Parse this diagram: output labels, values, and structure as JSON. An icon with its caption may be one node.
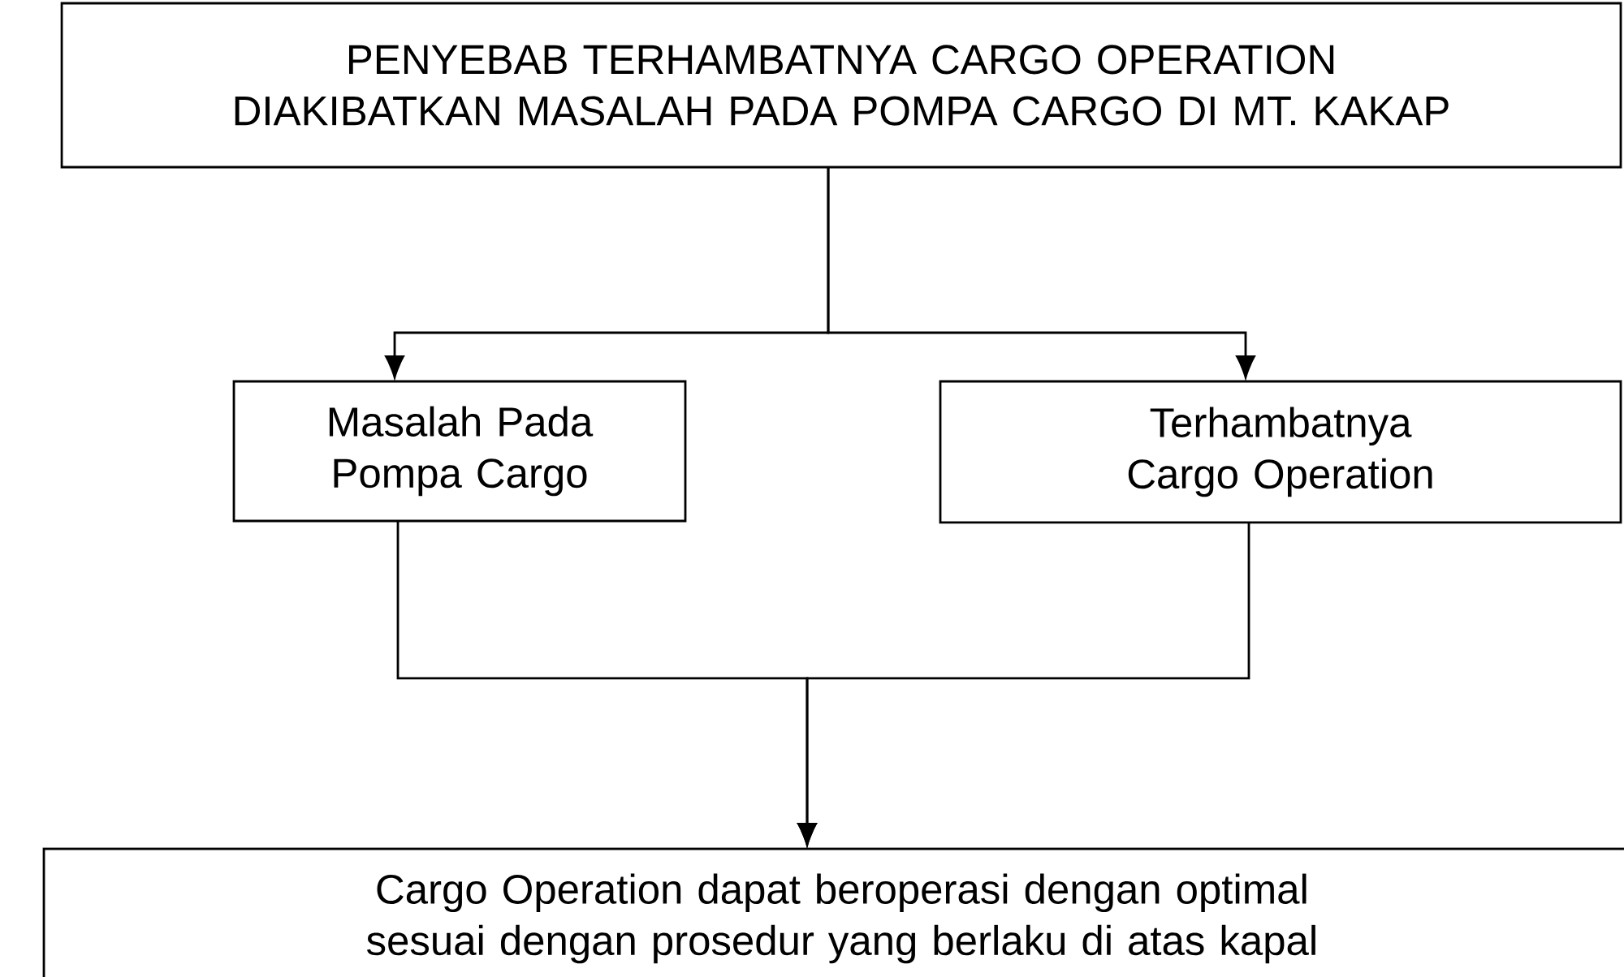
{
  "diagram": {
    "nodes": [
      {
        "text": [
          "PENYEBAB TERHAMBATNYA CARGO OPERATION DIAKIBATKAN MASALAH PADA POMPA CARGO DI MT. KAKAP"
        ]
      },
      {
        "text": [
          "Masalah Pada Pompa Cargo"
        ]
      },
      {
        "text": [
          "Terhambatnya Cargo Operation"
        ]
      },
      {
        "text": [
          "Cargo Operation dapat beroperasi dengan optimal sesuai dengan prosedur yang berlaku di atas kapal"
        ]
      }
    ],
    "edges": [
      {
        "from": 0,
        "to": 1,
        "arrow": "to"
      },
      {
        "from": 0,
        "to": 2,
        "arrow": "to"
      },
      {
        "from": 1,
        "to": 3,
        "arrow": "to"
      },
      {
        "from": 2,
        "to": 3,
        "arrow": "to"
      }
    ]
  }
}
